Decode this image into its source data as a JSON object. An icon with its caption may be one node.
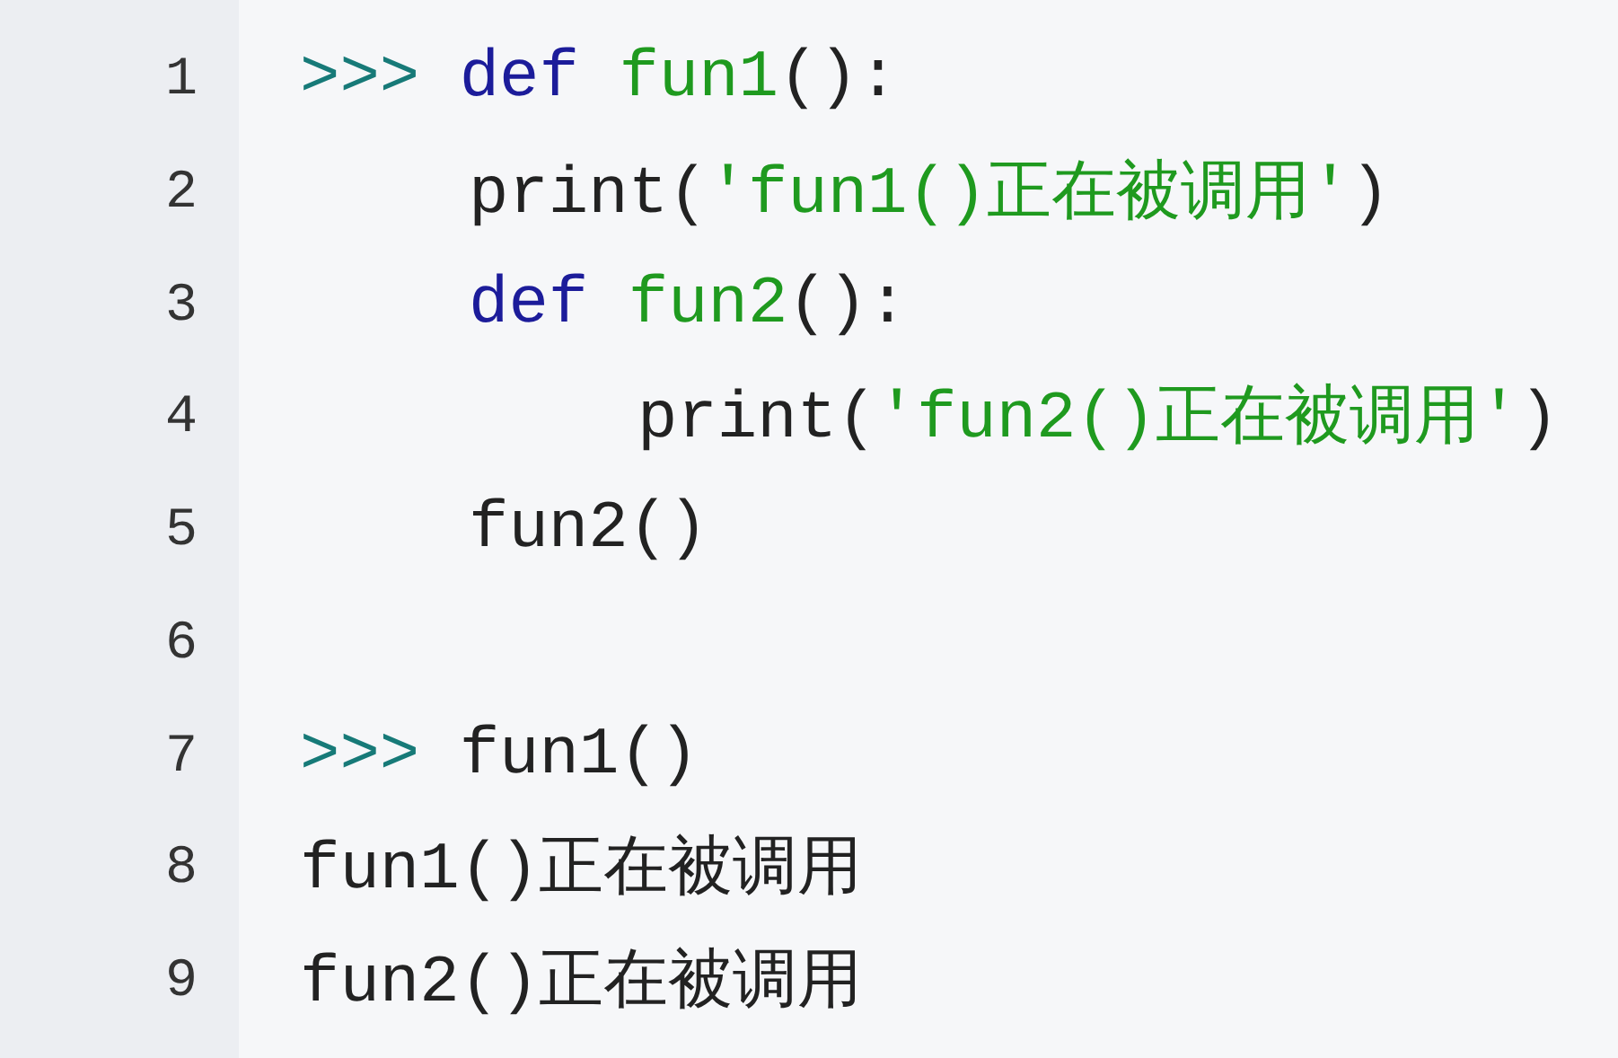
{
  "diagram": {
    "labels": [
      "1",
      ">>> def fun1():",
      "2",
      "print('fun1()正在被调用')",
      "3",
      "def fun2():",
      "4",
      "print('fun2()正在被调用')",
      "5",
      "fun2()",
      "6",
      "7",
      ">>> fun1()",
      "8",
      "fun1()正在被调用",
      "9",
      "fun2()正在被调用"
    ]
  }
}
